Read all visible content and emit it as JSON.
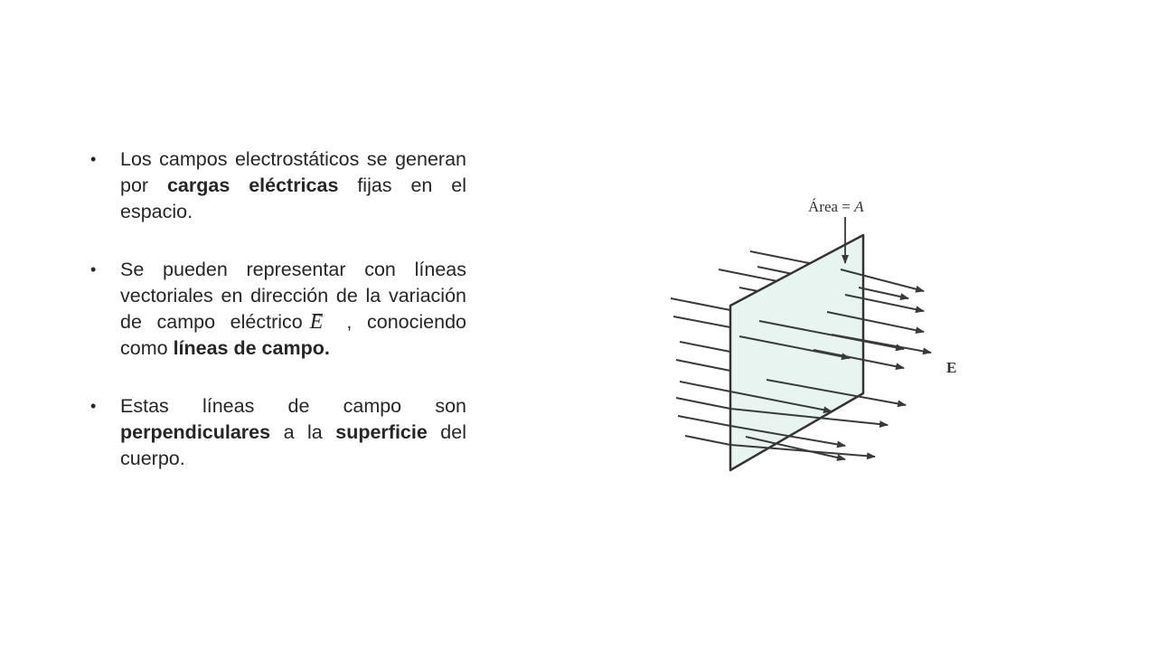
{
  "bullets": [
    {
      "parts": [
        {
          "text": "Los campos electrostáticos se generan por ",
          "bold": false
        },
        {
          "text": "cargas eléctricas",
          "bold": true
        },
        {
          "text": " fijas en el espacio.",
          "bold": false
        }
      ]
    },
    {
      "parts": [
        {
          "text": "Se pueden representar con líneas vectoriales en dirección de la variación de campo eléctrico",
          "bold": false
        },
        {
          "text": ", conociendo como ",
          "bold": false
        },
        {
          "text": "líneas de campo.",
          "bold": true
        }
      ],
      "vector_symbol": "E",
      "vector_arrow": "→"
    },
    {
      "parts": [
        {
          "text": "Estas líneas de campo son ",
          "bold": false
        },
        {
          "text": "perpendiculares",
          "bold": true
        },
        {
          "text": " a la ",
          "bold": false
        },
        {
          "text": "superficie",
          "bold": true
        },
        {
          "text": " del cuerpo.",
          "bold": false
        }
      ]
    }
  ],
  "bullet_glyph": "•",
  "figure": {
    "area_label_prefix": "Área = ",
    "area_label_var": "A",
    "field_label": "E",
    "plane_fill": "#e8f4ef",
    "line_color": "#3a3a3a",
    "field_lines": 14
  }
}
